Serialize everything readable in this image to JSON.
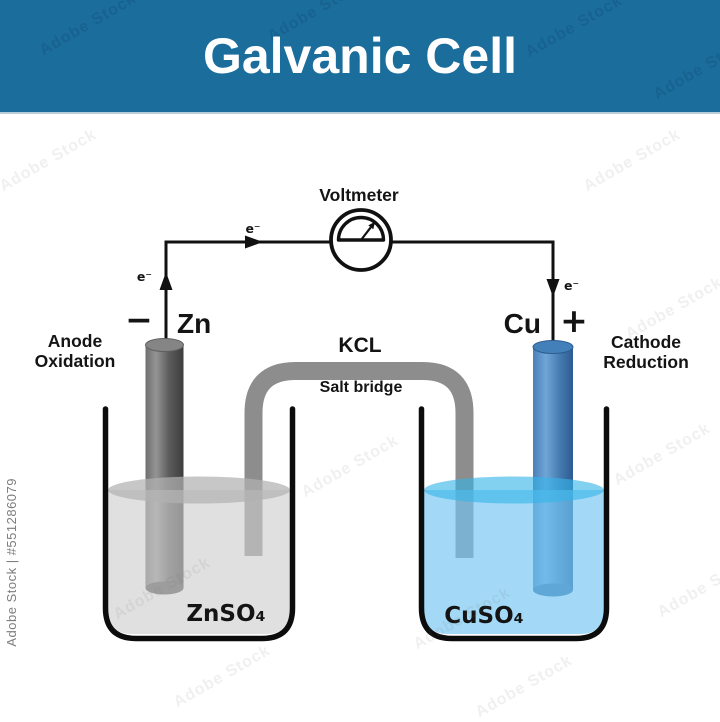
{
  "header": {
    "title": "Galvanic Cell",
    "bg_color": "#1b6d9c"
  },
  "voltmeter": {
    "label": "Voltmeter"
  },
  "circuit": {
    "electron_label": "e⁻"
  },
  "anode": {
    "sign": "−",
    "metal": "Zn",
    "role_line1": "Anode",
    "role_line2": "Oxidation",
    "solution_label": "ZnSO₄"
  },
  "cathode": {
    "sign": "+",
    "metal": "Cu",
    "role_line1": "Cathode",
    "role_line2": "Reduction",
    "solution_label": "CuSO₄"
  },
  "salt_bridge": {
    "compound": "KCL",
    "label": "Salt bridge"
  },
  "colors": {
    "header_bg": "#1b6d9c",
    "wire": "#111111",
    "beaker_outline": "#0c0c0c",
    "salt_bridge_tube": "#8d8d8d",
    "zn_gradient": [
      "#6f6f6f",
      "#949494",
      "#5c5c5c",
      "#3d3d3d"
    ],
    "cu_gradient": [
      "#4a80b6",
      "#70a5d8",
      "#447aaf",
      "#2d5b91"
    ],
    "zn_top_cap": "#858585",
    "zn_bottom_cap": "#4f4f4f",
    "cu_top_cap": "#4380b9",
    "cu_bottom_cap": "#3a6ca5",
    "left_solution_body": "rgba(205,205,205,0.62)",
    "left_solution_surface": "rgba(178,178,178,0.72)",
    "right_solution_body": "rgba(115,197,242,0.66)",
    "right_solution_surface": "rgba(55,180,233,0.62)",
    "zn_label_color": "#9b9b9b",
    "cu_label_color": "#2b87c7"
  },
  "watermark": {
    "text": "Adobe Stock",
    "credit": "Adobe Stock | #551286079"
  }
}
